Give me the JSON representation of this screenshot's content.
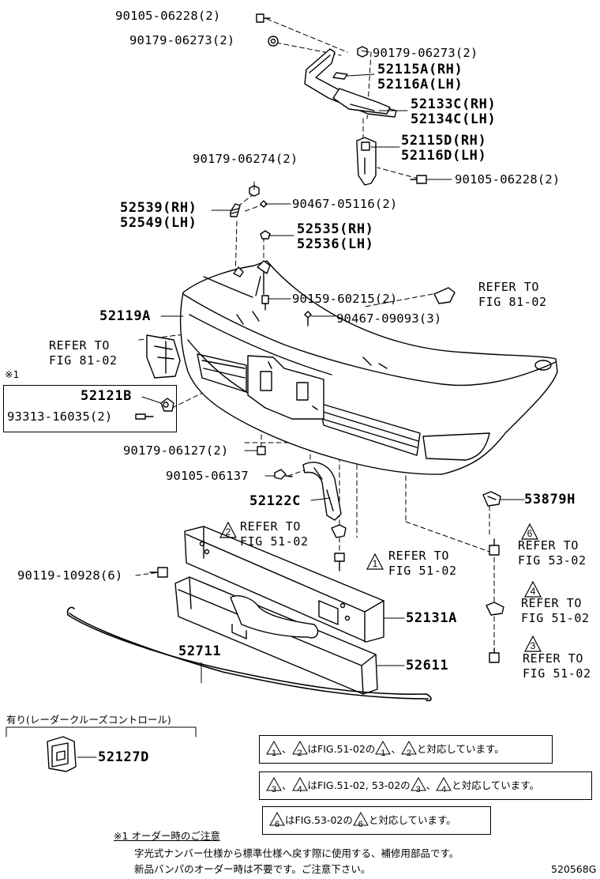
{
  "parts": {
    "p90105_06228_top": "90105-06228(2)",
    "p90179_06273_l": "90179-06273(2)",
    "p90179_06273_r": "90179-06273(2)",
    "p52115A": "52115A(RH)",
    "p52116A": "52116A(LH)",
    "p52133C": "52133C(RH)",
    "p52134C": "52134C(LH)",
    "p52115D": "52115D(RH)",
    "p52116D": "52116D(LH)",
    "p90105_06228_mid": "90105-06228(2)",
    "p90179_06274": "90179-06274(2)",
    "p52539": "52539(RH)",
    "p52549": "52549(LH)",
    "p90467_05116": "90467-05116(2)",
    "p52535": "52535(RH)",
    "p52536": "52536(LH)",
    "p90159_60215": "90159-60215(2)",
    "p52119A": "52119A",
    "p90467_09093": "90467-09093(3)",
    "p52121B": "52121B",
    "p93313_16035": "93313-16035(2)",
    "p90179_06127": "90179-06127(2)",
    "p90105_06137": "90105-06137",
    "p52122C": "52122C",
    "p53879H": "53879H",
    "p90119_10928": "90119-10928(6)",
    "p52131A": "52131A",
    "p52711": "52711",
    "p52611": "52611",
    "p52127D": "52127D"
  },
  "refs": {
    "refer": "REFER TO",
    "fig_81_02": "FIG 81-02",
    "fig_51_02": "FIG 51-02",
    "fig_53_02": "FIG 53-02"
  },
  "triangles": {
    "t1": "1",
    "t2": "2",
    "t3": "3",
    "t4": "4",
    "t6": "6"
  },
  "marks": {
    "star1": "※1"
  },
  "notes": {
    "radar_option": "有り(レーダークルーズコントロール)",
    "line1_mid": "、",
    "line1_text": "はFIG.51-02の",
    "line1_mid2": "、",
    "line1_end": "と対応しています。",
    "line2_mid": "、",
    "line2_text": "はFIG.51-02, 53-02の",
    "line2_mid2": "、",
    "line2_end": "と対応しています。",
    "line3_text": "はFIG.53-02の",
    "line3_end": "と対応しています。",
    "order_note_title": "※1 オーダー時のご注意",
    "order_note_1": "字光式ナンバー仕様から標準仕様へ戻す際に使用する、補修用部品です。",
    "order_note_2": "新品バンパのオーダー時は不要です。ご注意下さい。"
  },
  "figure_id": "520568G"
}
